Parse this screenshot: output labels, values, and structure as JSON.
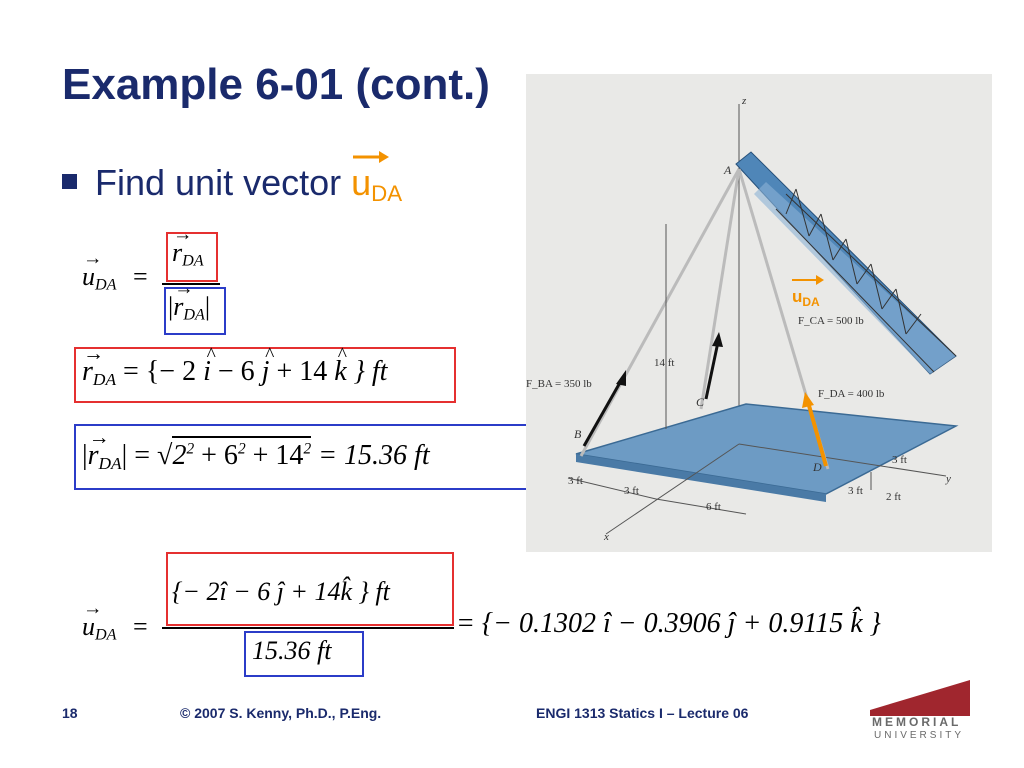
{
  "slide": {
    "title": "Example 6-01 (cont.)",
    "bullet_text": "Find unit vector ",
    "bullet_var": "u",
    "bullet_sub": "DA"
  },
  "equations": {
    "unit_lhs_var": "u",
    "unit_lhs_sub": "DA",
    "equals": "=",
    "num_var": "r",
    "num_sub": "DA",
    "den_var": "r",
    "den_sub": "DA",
    "r_lhs_var": "r",
    "r_lhs_sub": "DA",
    "r_rhs_pre": "= {− 2 ",
    "r_i": "i",
    "r_mid1": " − 6 ",
    "r_j": "j",
    "r_mid2": " + 14 ",
    "r_k": "k",
    "r_end": " } ft",
    "mag_var": "r",
    "mag_sub": "DA",
    "mag_rhs_a": "= √",
    "mag_b1": "2",
    "mag_e1": "2",
    "mag_plus1": " + 6",
    "mag_e2": "2",
    "mag_plus2": " + 14",
    "mag_e3": "2",
    "mag_result": " = 15.36 ft",
    "final_lhs_var": "u",
    "final_lhs_sub": "DA",
    "final_num": "{− 2î − 6 ĵ + 14k̂ } ft",
    "final_den": "15.36 ft",
    "final_result": "= {− 0.1302 î − 0.3906 ĵ + 0.9115 k̂ }"
  },
  "figure": {
    "label_z": "z",
    "label_A": "A",
    "label_B": "B",
    "label_C": "C",
    "label_D": "D",
    "label_x": "x",
    "label_y": "y",
    "label_14ft": "14 ft",
    "label_FBA": "F_BA = 350 lb",
    "label_FCA": "F_CA = 500 lb",
    "label_FDA": "F_DA = 400 lb",
    "label_uDA_main": "u",
    "label_uDA_sub": "DA",
    "dim_3ft_a": "3 ft",
    "dim_3ft_b": "3 ft",
    "dim_6ft": "6 ft",
    "dim_3ft_c": "3 ft",
    "dim_3ft_d": "3 ft",
    "dim_2ft": "2 ft"
  },
  "footer": {
    "page_number": "18",
    "copyright": "© 2007 S. Kenny, Ph.D., P.Eng.",
    "course": "ENGI 1313 Statics I – Lecture 06",
    "logo_line1": "MEMORIAL",
    "logo_line2": "UNIVERSITY"
  },
  "colors": {
    "title": "#1a2a6c",
    "accent_orange": "#f39200",
    "box_red": "#e53030",
    "box_blue": "#2b3cc8",
    "logo_red": "#a0262e"
  }
}
